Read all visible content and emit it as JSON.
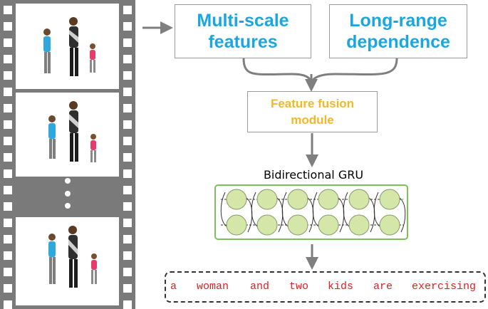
{
  "modules": {
    "multi_scale": "Multi-scale\nfeatures",
    "long_range": "Long-range\ndependence",
    "fusion": "Feature fusion\nmodule"
  },
  "gru": {
    "title": "Bidirectional GRU"
  },
  "caption": {
    "words": [
      "a",
      "woman",
      "and",
      "two",
      "kids",
      "are",
      "exercising"
    ]
  },
  "colors": {
    "module_text_blue": "#1aa7e0",
    "fusion_text_orange": "#f4b72a",
    "gru_cell_fill": "#d4e6a8",
    "gru_frame": "#7cc05a",
    "caption_text": "#e02020",
    "arrow": "#7f7f7f",
    "filmstrip": "#7a7a7a"
  },
  "icons": {
    "frame_people": "woman-and-two-kids-figure",
    "ellipsis": "vertical-dots-icon"
  }
}
